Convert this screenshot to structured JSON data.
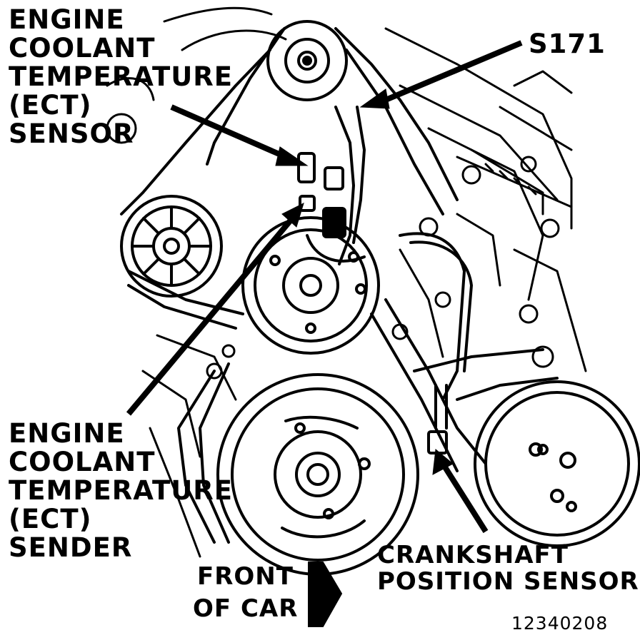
{
  "labels": {
    "ect_sensor": [
      "ENGINE",
      "COOLANT",
      "TEMPERATURE",
      "(ECT)",
      "SENSOR"
    ],
    "s171": "S171",
    "ect_sender": [
      "ENGINE",
      "COOLANT",
      "TEMPERATURE",
      "(ECT)",
      "SENDER"
    ],
    "crankshaft_sensor": [
      "CRANKSHAFT",
      "POSITION SENSOR"
    ],
    "front_of_car": [
      "FRONT",
      "OF CAR"
    ],
    "figure_number": "12340208"
  },
  "colors": {
    "ink": "#000000",
    "paper": "#ffffff"
  }
}
